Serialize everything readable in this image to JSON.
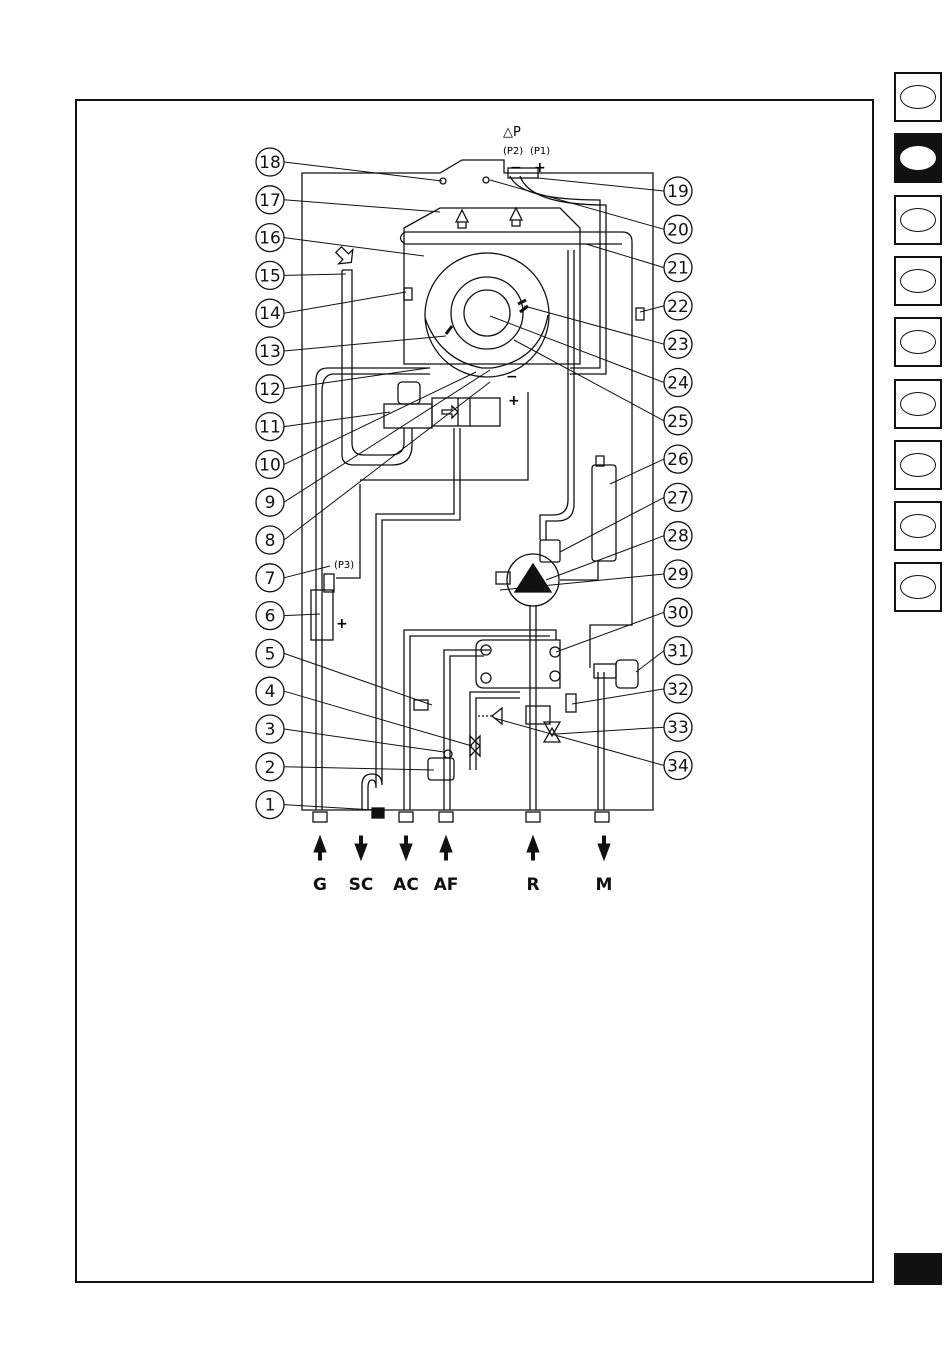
{
  "header": {
    "delta_p": "△P",
    "p2": "(P2)",
    "p1": "(P1)",
    "p3": "(P3)"
  },
  "callouts": {
    "left": [
      "18",
      "17",
      "16",
      "15",
      "14",
      "13",
      "12",
      "11",
      "10",
      "9",
      "8",
      "7",
      "6",
      "5",
      "4",
      "3",
      "2",
      "1"
    ],
    "right": [
      "19",
      "20",
      "21",
      "22",
      "23",
      "24",
      "25",
      "26",
      "27",
      "28",
      "29",
      "30",
      "31",
      "32",
      "33",
      "34"
    ]
  },
  "connections": [
    {
      "label": "G",
      "dir": "up"
    },
    {
      "label": "SC",
      "dir": "down"
    },
    {
      "label": "AC",
      "dir": "down"
    },
    {
      "label": "AF",
      "dir": "up"
    },
    {
      "label": "R",
      "dir": "up"
    },
    {
      "label": "M",
      "dir": "down"
    }
  ],
  "signs": {
    "minus": "−",
    "plus": "+"
  },
  "language_tabs": {
    "count": 9,
    "active_index": 1
  }
}
